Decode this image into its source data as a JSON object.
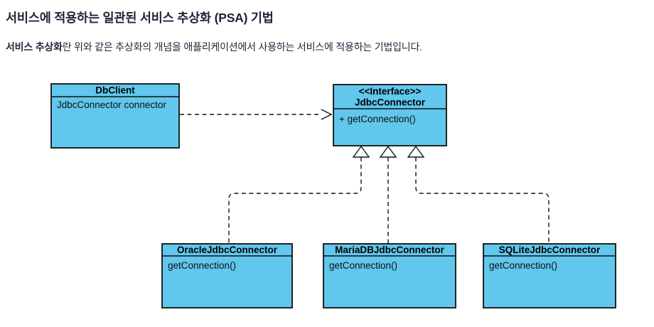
{
  "page": {
    "title": "서비스에 적용하는 일관된 서비스 추상화 (PSA) 기법",
    "intro": {
      "bold": "서비스 추상화",
      "rest": "란 위와 같은 추상화의 개념을 애플리케이션에서 사용하는 서비스에 적용하는 기법입니다."
    }
  },
  "diagram": {
    "colors": {
      "node_fill": "#61C7EC",
      "node_stroke": "#101010",
      "edge": "#151515"
    },
    "nodes": {
      "client": {
        "title": "DbClient",
        "attribute": "JdbcConnector connector"
      },
      "iface": {
        "stereotype": "<<Interface>>",
        "title": "JdbcConnector",
        "method": "+ getConnection()"
      },
      "oracle": {
        "title": "OracleJdbcConnector",
        "method": "getConnection()"
      },
      "mariadb": {
        "title": "MariaDBJdbcConnector",
        "method": "getConnection()"
      },
      "sqlite": {
        "title": "SQLiteJdbcConnector",
        "method": "getConnection()"
      }
    },
    "edges": {
      "dependency": "DbClient --> JdbcConnector (dashed dependency)",
      "realizations": "Oracle/MariaDB/SQLite ..|> JdbcConnector (dashed realization)"
    }
  }
}
